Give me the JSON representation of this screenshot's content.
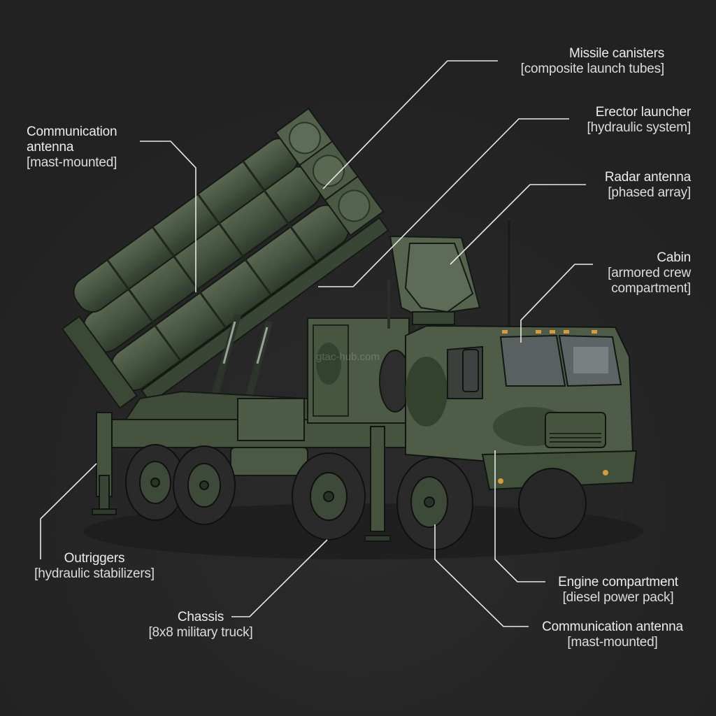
{
  "diagram": {
    "subject": "Mobile missile launcher on 8x8 military truck",
    "background_color": "#232323",
    "leader_line_color": "#e8e8e8",
    "vehicle_colors": {
      "camo_light": "#4d5c45",
      "camo_mid": "#3e4b38",
      "camo_dark": "#2e3a2c",
      "tire": "#2a2a2a",
      "glass": "#5a5f60"
    },
    "watermark": "gtac-hub.com",
    "labels": [
      {
        "id": "missile-canisters",
        "title": "Missile canisters",
        "sub": "[composite launch tubes]"
      },
      {
        "id": "erector-launcher",
        "title": "Erector launcher",
        "sub": "[hydraulic system]"
      },
      {
        "id": "radar-antenna",
        "title": "Radar antenna",
        "sub": "[phased array]"
      },
      {
        "id": "cabin",
        "title": "Cabin",
        "sub_line1": "[armored crew",
        "sub_line2": "compartment]"
      },
      {
        "id": "communication-antenna-top",
        "title_line1": "Communication",
        "title_line2": "antenna",
        "sub": "[mast-mounted]"
      },
      {
        "id": "outriggers",
        "title": "Outriggers",
        "sub": "[hydraulic stabilizers]"
      },
      {
        "id": "chassis",
        "title": "Chassis",
        "sub": "[8x8 military truck]"
      },
      {
        "id": "engine-compartment",
        "title": "Engine compartment",
        "sub": "[diesel power pack]"
      },
      {
        "id": "communication-antenna-bottom",
        "title": "Communication antenna",
        "sub": "[mast-mounted]"
      }
    ]
  }
}
